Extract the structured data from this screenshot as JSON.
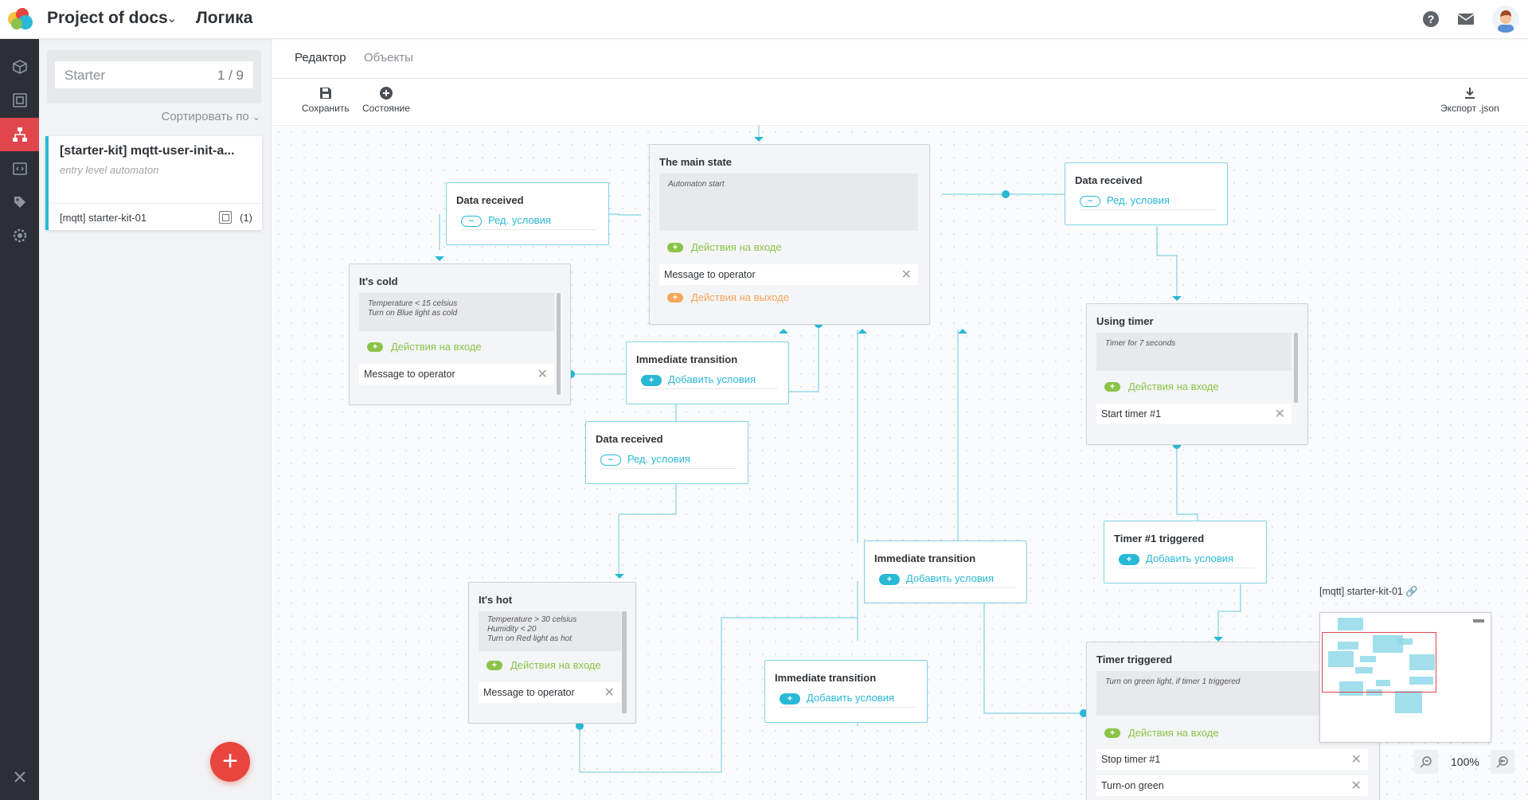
{
  "header": {
    "project_name": "Project of docs",
    "page_title": "Логика"
  },
  "list": {
    "search_value": "Starter",
    "search_count": "1 / 9",
    "sort_label": "Сортировать по",
    "card": {
      "title": "[starter-kit] mqtt-user-init-a...",
      "subtitle": "entry level automaton",
      "device": "[mqtt] starter-kit-01",
      "count": "(1)"
    }
  },
  "tabs": [
    "Редактор",
    "Объекты"
  ],
  "toolbar": {
    "save": "Сохранить",
    "state": "Состояние",
    "export": "Экспорт .json"
  },
  "labels": {
    "entry_actions": "Действия на входе",
    "exit_actions": "Действия на выходе",
    "edit_conditions": "Ред. условия",
    "add_conditions": "Добавить условия"
  },
  "states": {
    "main": {
      "title": "The main state",
      "desc": "Automaton start",
      "actions": [
        "Message to operator"
      ]
    },
    "cold": {
      "title": "It's cold",
      "desc": "Temperature < 15 celsius\nTurn on Blue light as cold",
      "actions": [
        "Message to operator"
      ]
    },
    "hot": {
      "title": "It's hot",
      "desc": "Temperature > 30 celsius\nHumidity < 20\nTurn on  Red light as hot",
      "actions": [
        "Message to operator"
      ]
    },
    "using_timer": {
      "title": "Using timer",
      "desc": "Timer for 7  seconds",
      "actions": [
        "Start timer #1"
      ]
    },
    "timer_triggered": {
      "title": "Timer triggered",
      "desc": "Turn on green light, if timer 1 triggered",
      "actions": [
        "Stop timer #1",
        "Turn-on green"
      ]
    }
  },
  "transitions": {
    "data_received_1": "Data received",
    "data_received_2": "Data received",
    "data_received_3": "Data received",
    "immediate_1": "Immediate transition",
    "immediate_2": "Immediate transition",
    "immediate_3": "Immediate transition",
    "timer1_triggered": "Timer #1 triggered"
  },
  "minimap": {
    "device_label": "[mqtt] starter-kit-01"
  },
  "zoom": {
    "level": "100%"
  },
  "colors": {
    "accent": "#29b8d6",
    "active_nav": "#e0474c",
    "entry": "#8bc34a",
    "exit": "#f6a55a",
    "fab": "#e8453f"
  }
}
